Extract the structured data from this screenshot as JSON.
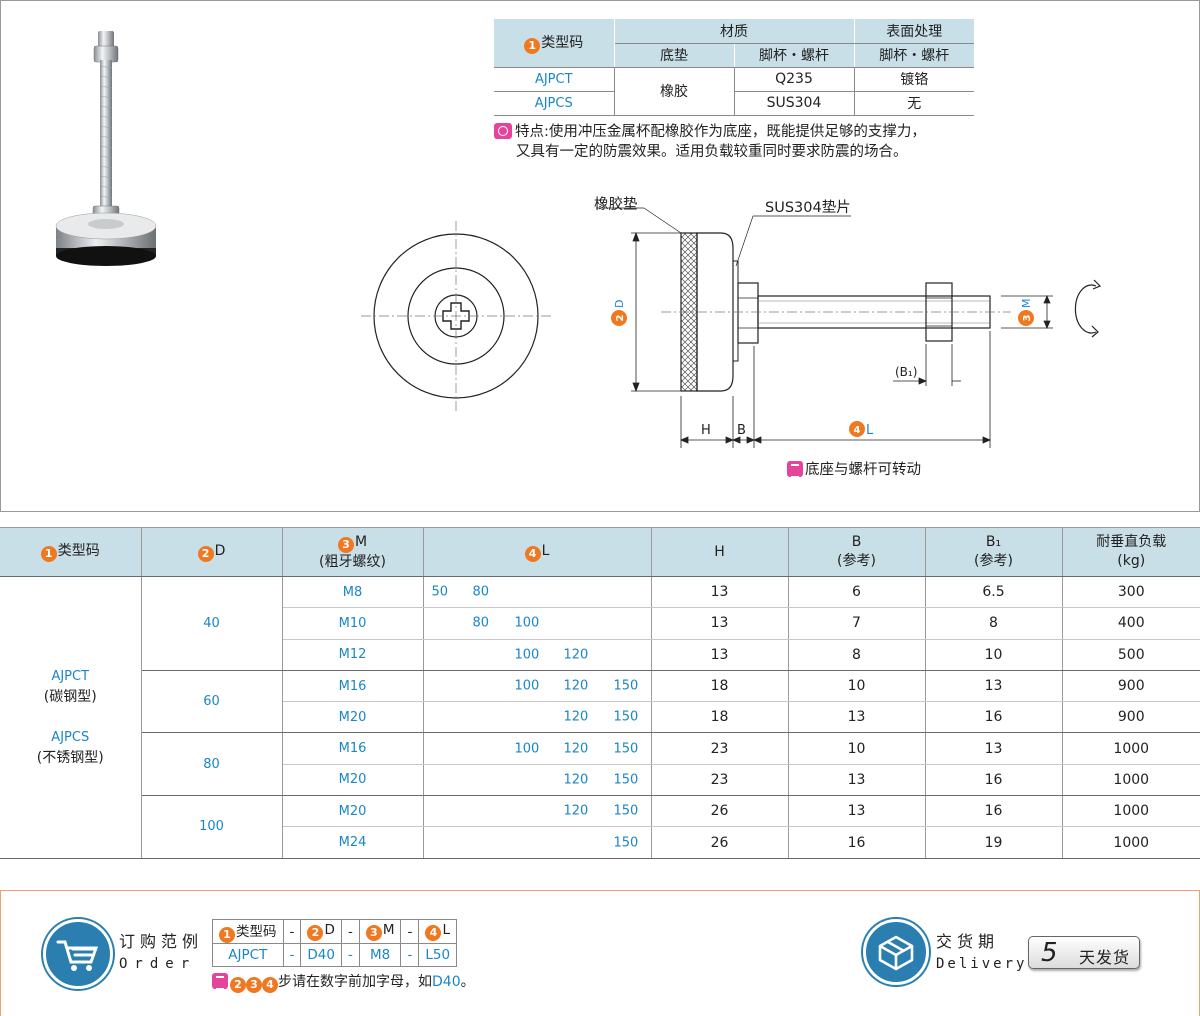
{
  "top": {
    "material_table": {
      "col_type": "类型码",
      "col_material": "材质",
      "col_surface": "表面处理",
      "sub_pad": "底垫",
      "sub_cup_bolt": "脚杯・螺杆",
      "sub_cup_bolt2": "脚杯・螺杆",
      "rows": [
        {
          "code": "AJPCT",
          "pad": "橡胶",
          "material": "Q235",
          "surface": "镀铬"
        },
        {
          "code": "AJPCS",
          "pad": "",
          "material": "SUS304",
          "surface": "无"
        }
      ]
    },
    "feature": {
      "line1": "特点:使用冲压金属杯配橡胶作为底座，既能提供足够的支撑力，",
      "line2": "又具有一定的防震效果。适用负载较重同时要求防震的场合。"
    },
    "drawing": {
      "label_rubber": "橡胶垫",
      "label_washer": "SUS304垫片",
      "label_D": "D",
      "label_M": "M",
      "label_L": "L",
      "label_H": "H",
      "label_B": "B",
      "label_B1": "(B₁)"
    },
    "rotate_note": "底座与螺杆可转动"
  },
  "spec_table": {
    "headers": {
      "type": "类型码",
      "D": "D",
      "M": "M",
      "M_sub": "(粗牙螺纹)",
      "L": "L",
      "H": "H",
      "B": "B",
      "B_sub": "(参考)",
      "B1": "B₁",
      "B1_sub": "(参考)",
      "load": "耐垂直负载",
      "load_sub": "(kg)"
    },
    "type_codes": {
      "ct": "AJPCT",
      "ct_note": "(碳钢型)",
      "cs": "AJPCS",
      "cs_note": "(不锈钢型)"
    },
    "groups": [
      {
        "D": "40",
        "rows": [
          {
            "M": "M8",
            "L": [
              "50",
              "80",
              "",
              "",
              ""
            ],
            "H": "13",
            "B": "6",
            "B1": "6.5",
            "load": "300"
          },
          {
            "M": "M10",
            "L": [
              "",
              "80",
              "100",
              "",
              ""
            ],
            "H": "13",
            "B": "7",
            "B1": "8",
            "load": "400"
          },
          {
            "M": "M12",
            "L": [
              "",
              "",
              "100",
              "120",
              ""
            ],
            "H": "13",
            "B": "8",
            "B1": "10",
            "load": "500"
          }
        ]
      },
      {
        "D": "60",
        "rows": [
          {
            "M": "M16",
            "L": [
              "",
              "",
              "100",
              "120",
              "150"
            ],
            "H": "18",
            "B": "10",
            "B1": "13",
            "load": "900"
          },
          {
            "M": "M20",
            "L": [
              "",
              "",
              "",
              "120",
              "150"
            ],
            "H": "18",
            "B": "13",
            "B1": "16",
            "load": "900"
          }
        ]
      },
      {
        "D": "80",
        "rows": [
          {
            "M": "M16",
            "L": [
              "",
              "",
              "100",
              "120",
              "150"
            ],
            "H": "23",
            "B": "10",
            "B1": "13",
            "load": "1000"
          },
          {
            "M": "M20",
            "L": [
              "",
              "",
              "",
              "120",
              "150"
            ],
            "H": "23",
            "B": "13",
            "B1": "16",
            "load": "1000"
          }
        ]
      },
      {
        "D": "100",
        "rows": [
          {
            "M": "M20",
            "L": [
              "",
              "",
              "",
              "120",
              "150"
            ],
            "H": "26",
            "B": "13",
            "B1": "16",
            "load": "1000"
          },
          {
            "M": "M24",
            "L": [
              "",
              "",
              "",
              "",
              "150"
            ],
            "H": "26",
            "B": "16",
            "B1": "19",
            "load": "1000"
          }
        ]
      }
    ]
  },
  "order": {
    "label_cn": "订购范例",
    "label_en": "Order",
    "head": [
      "类型码",
      "-",
      "D",
      "-",
      "M",
      "-",
      "L"
    ],
    "values": [
      "AJPCT",
      "-",
      "D40",
      "-",
      "M8",
      "-",
      "L50"
    ],
    "note_pre": "步请在数字前加字母，如",
    "note_example": "D40",
    "note_post": "。",
    "circle_nums": [
      "1",
      "2",
      "3",
      "4"
    ]
  },
  "delivery": {
    "label_cn": "交货期",
    "label_en": "Delivery",
    "days": "5",
    "text": "天发货"
  },
  "colors": {
    "header_bg": "#c9dfe8",
    "accent_orange": "#f07820",
    "accent_blue": "#1a86c8",
    "accent_pink": "#e4459a",
    "icon_blue": "#2a7fb0"
  }
}
